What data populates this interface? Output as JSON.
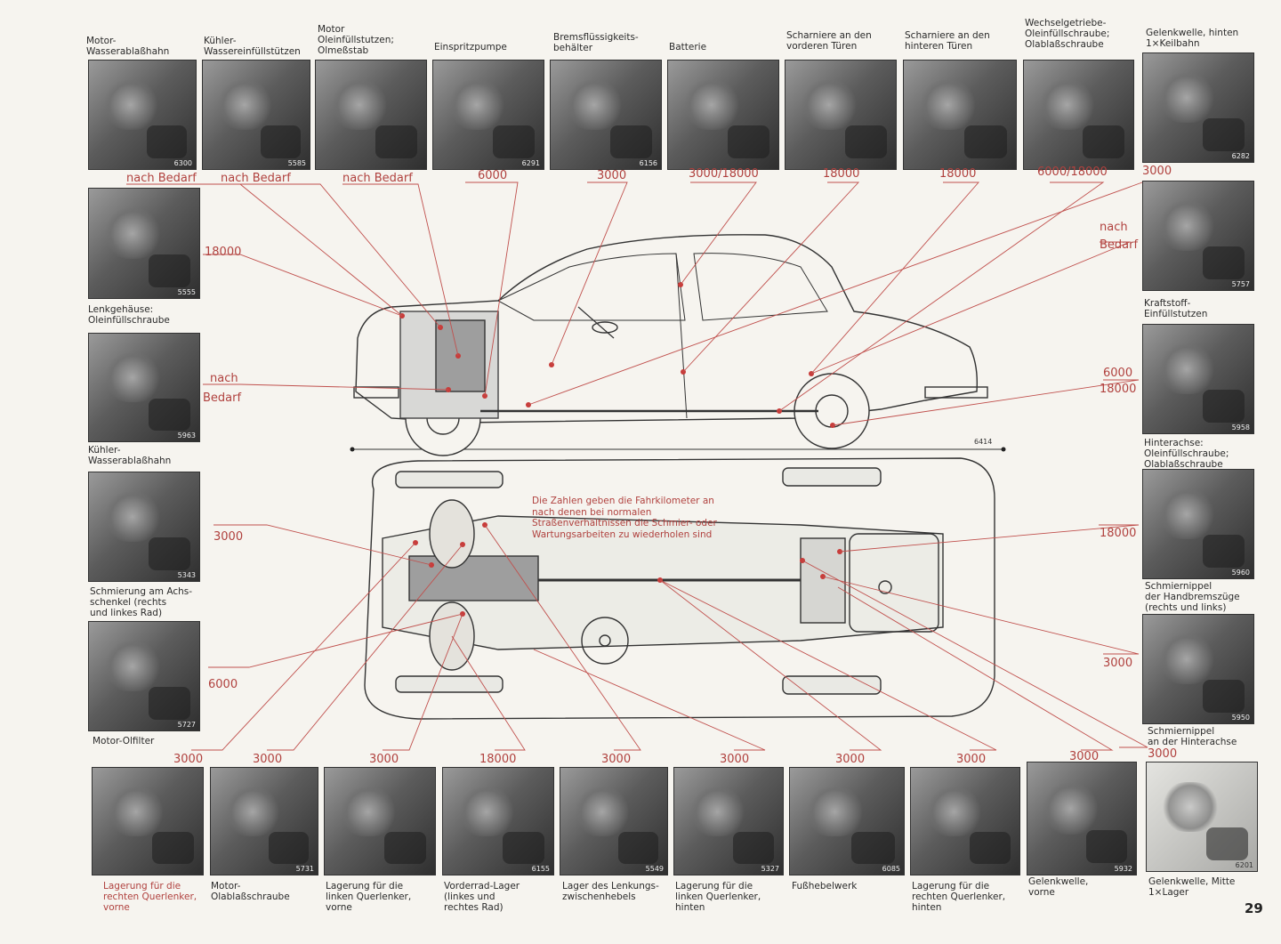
{
  "page_number": "29",
  "note": "Die Zahlen geben die Fahrkilometer an nach denen bei normalen Straßenverhältnissen die Schmier- oder Wartungsarbeiten zu wiederholen sind",
  "diagram_code": "6414",
  "photos": [
    {
      "caption": "Motor-\nWasserablaßhahn",
      "number": "6300"
    },
    {
      "caption": "Kühler-\nWassereinfüllstützen",
      "number": "5585"
    },
    {
      "caption": "Motor\nOleinfüllstutzen;\nOlmeßstab",
      "number": ""
    },
    {
      "caption": "Einspritzpumpe",
      "number": "6291"
    },
    {
      "caption": "Bremsflüssigkeits-\nbehälter",
      "number": "6156"
    },
    {
      "caption": "Batterie",
      "number": ""
    },
    {
      "caption": "Scharniere an den\nvorderen Türen",
      "number": ""
    },
    {
      "caption": "Scharniere an den\nhinteren Türen",
      "number": ""
    },
    {
      "caption": "Wechselgetriebe-\nOleinfüllschraube;\nOlablaßschraube",
      "number": ""
    },
    {
      "caption": "Gelenkwelle, hinten\n1×Keilbahn",
      "number": "6282"
    },
    {
      "caption": "Lenkgehäuse:\nOleinfüllschraube",
      "number": "5555"
    },
    {
      "caption": "Kühler-\nWasserablaßhahn",
      "number": "5963"
    },
    {
      "caption": "Schmierung am Achs-\nschenkel (rechts\nund linkes Rad)",
      "number": "5343"
    },
    {
      "caption": "Motor-Olfilter",
      "number": "5727"
    },
    {
      "caption": "Kraftstoff-\nEinfüllstutzen",
      "number": "5757"
    },
    {
      "caption": "Hinterachse:\nOleinfüllschraube;\nOlablaßschraube",
      "number": "5958"
    },
    {
      "caption": "Schmiernippel\nder Handbremszüge\n(rechts und links)",
      "number": "5960"
    },
    {
      "caption": "Schmiernippel\nan der Hinterachse",
      "number": "5950"
    },
    {
      "caption": "Lagerung für die\nrechten Querlenker,\nvorne",
      "number": ""
    },
    {
      "caption": "Motor-\nOlablaßschraube",
      "number": "5731"
    },
    {
      "caption": "Lagerung für die\nlinken Querlenker,\nvorne",
      "number": ""
    },
    {
      "caption": "Vorderrad-Lager\n(linkes und\nrechtes Rad)",
      "number": "6155"
    },
    {
      "caption": "Lager des Lenkungs-\nzwischenhebels",
      "number": "5549"
    },
    {
      "caption": "Lagerung für die\nlinken Querlenker,\nhinten",
      "number": "5327"
    },
    {
      "caption": "Fußhebelwerk",
      "number": "6085"
    },
    {
      "caption": "Lagerung für die\nrechten Querlenker,\nhinten",
      "number": ""
    },
    {
      "caption": "Gelenkwelle,\nvorne",
      "number": "5932"
    },
    {
      "caption": "Gelenkwelle, Mitte\n1×Lager",
      "number": "6201"
    }
  ],
  "intervals": {
    "t1": "nach Bedarf",
    "t2": "nach Bedarf",
    "t3": "nach Bedarf",
    "t4": "6000",
    "t5": "3000",
    "t6": "3000/18000",
    "t7": "18000",
    "t8": "18000",
    "t9": "6000/18000",
    "t10": "3000",
    "l1": "18000",
    "l2a": "nach",
    "l2b": "Bedarf",
    "l3": "3000",
    "l4": "6000",
    "r1a": "nach",
    "r1b": "Bedarf",
    "r2a": "6000",
    "r2b": "18000",
    "r3": "18000",
    "r4": "3000",
    "r5": "3000",
    "b1": "3000",
    "b2": "3000",
    "b3": "3000",
    "b4": "18000",
    "b5": "3000",
    "b6": "3000",
    "b7": "3000",
    "b8": "3000",
    "b9": "3000"
  }
}
